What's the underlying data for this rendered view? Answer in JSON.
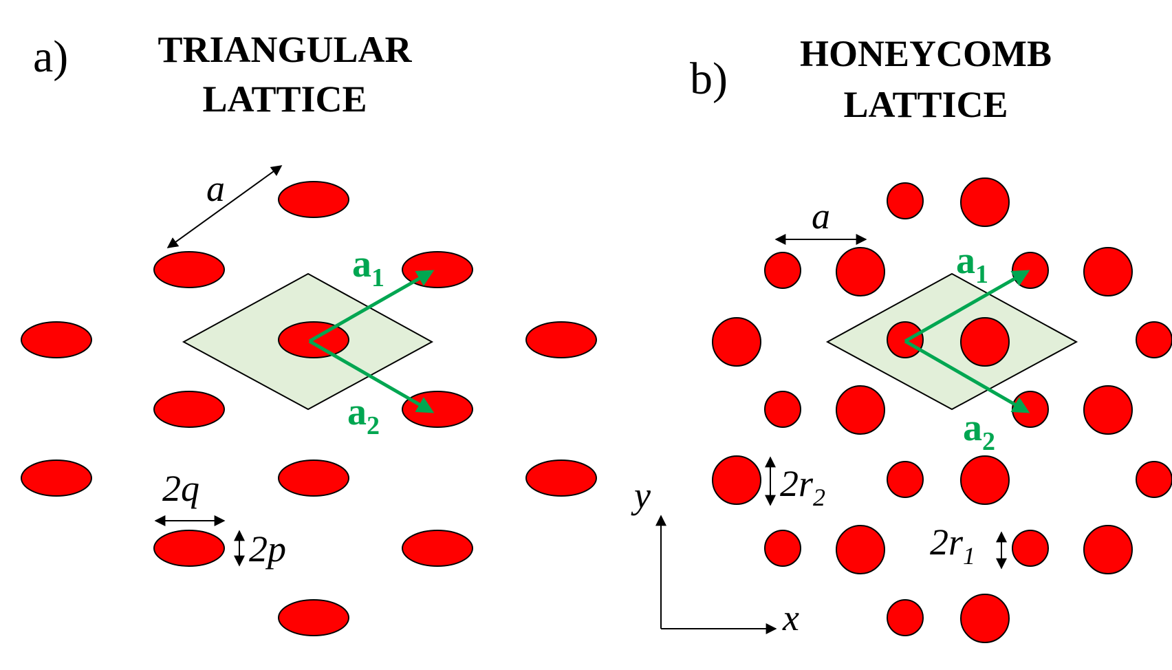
{
  "panel_a": {
    "label": "a)",
    "title_line1": "TRIANGULAR",
    "title_line2": "LATTICE",
    "dim_a": "a",
    "dim_q": "2q",
    "dim_p": "2p",
    "vec1": "a",
    "vec1_sub": "1",
    "vec2": "a",
    "vec2_sub": "2"
  },
  "panel_b": {
    "label": "b)",
    "title_line1": "HONEYCOMB",
    "title_line2": "LATTICE",
    "dim_a": "a",
    "dim_r2": "2r",
    "dim_r2_sub": "2",
    "dim_r1": "2r",
    "dim_r1_sub": "1",
    "vec1": "a",
    "vec1_sub": "1",
    "vec2": "a",
    "vec2_sub": "2",
    "axis_x": "x",
    "axis_y": "y"
  },
  "colors": {
    "site_fill": "#ff0000",
    "cell_fill": "#e2efd9",
    "vector": "#00a651"
  }
}
